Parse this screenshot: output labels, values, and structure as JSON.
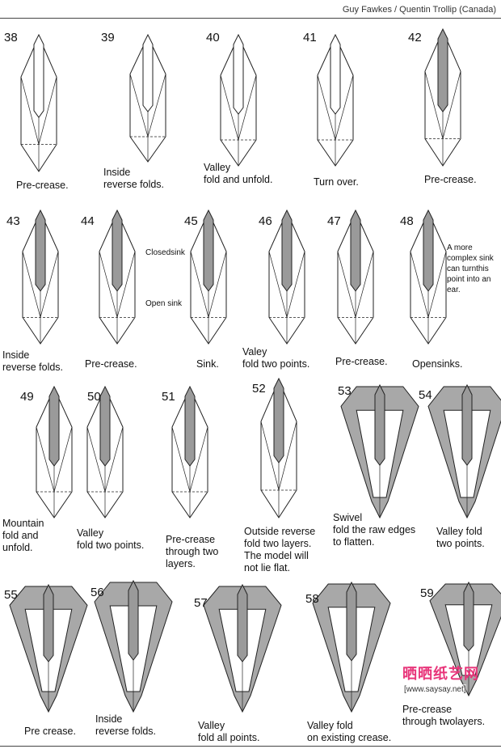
{
  "header": {
    "credit": "Guy Fawkes / Quentin Trollip (Canada)"
  },
  "steps": [
    {
      "num": "38",
      "caption": "Pre-crease."
    },
    {
      "num": "39",
      "caption": "Inside\nreverse folds."
    },
    {
      "num": "40",
      "caption": "Valley\nfold and unfold."
    },
    {
      "num": "41",
      "caption": "Turn over."
    },
    {
      "num": "42",
      "caption": "Pre-crease."
    },
    {
      "num": "43",
      "caption": "Inside\nreverse folds."
    },
    {
      "num": "44",
      "caption": "Pre-crease."
    },
    {
      "num": "45",
      "caption": "Sink."
    },
    {
      "num": "46",
      "caption": "Valey\nfold two points."
    },
    {
      "num": "47",
      "caption": "Pre-crease."
    },
    {
      "num": "48",
      "caption": "Opensinks."
    },
    {
      "num": "49",
      "caption": "Mountain\nfold and\nunfold."
    },
    {
      "num": "50",
      "caption": "Valley\nfold two points."
    },
    {
      "num": "51",
      "caption": "Pre-crease\nthrough two\nlayers."
    },
    {
      "num": "52",
      "caption": "Outside reverse\nfold two layers.\nThe model will\nnot lie flat."
    },
    {
      "num": "53",
      "caption": "Swivel\nfold the raw edges\nto flatten."
    },
    {
      "num": "54",
      "caption": "Valley fold\ntwo points."
    },
    {
      "num": "55",
      "caption": "Pre crease."
    },
    {
      "num": "56",
      "caption": "Inside\nreverse folds."
    },
    {
      "num": "57",
      "caption": "Valley\nfold all points."
    },
    {
      "num": "58",
      "caption": "Valley fold\non existing crease."
    },
    {
      "num": "59",
      "caption": "Pre-crease\nthrough twolayers."
    }
  ],
  "labels": {
    "closed_sink": "Closedsink",
    "open_sink": "Open sink",
    "note_48": "A more\ncomplex sink\ncan turnthis\npoint into an\near."
  },
  "watermark": {
    "brand": "晒晒纸艺网",
    "url": "[www.saysay.net]"
  },
  "colors": {
    "paper_gray": "#9a9a9a",
    "line": "#222222",
    "watermark": "#e8357a"
  }
}
